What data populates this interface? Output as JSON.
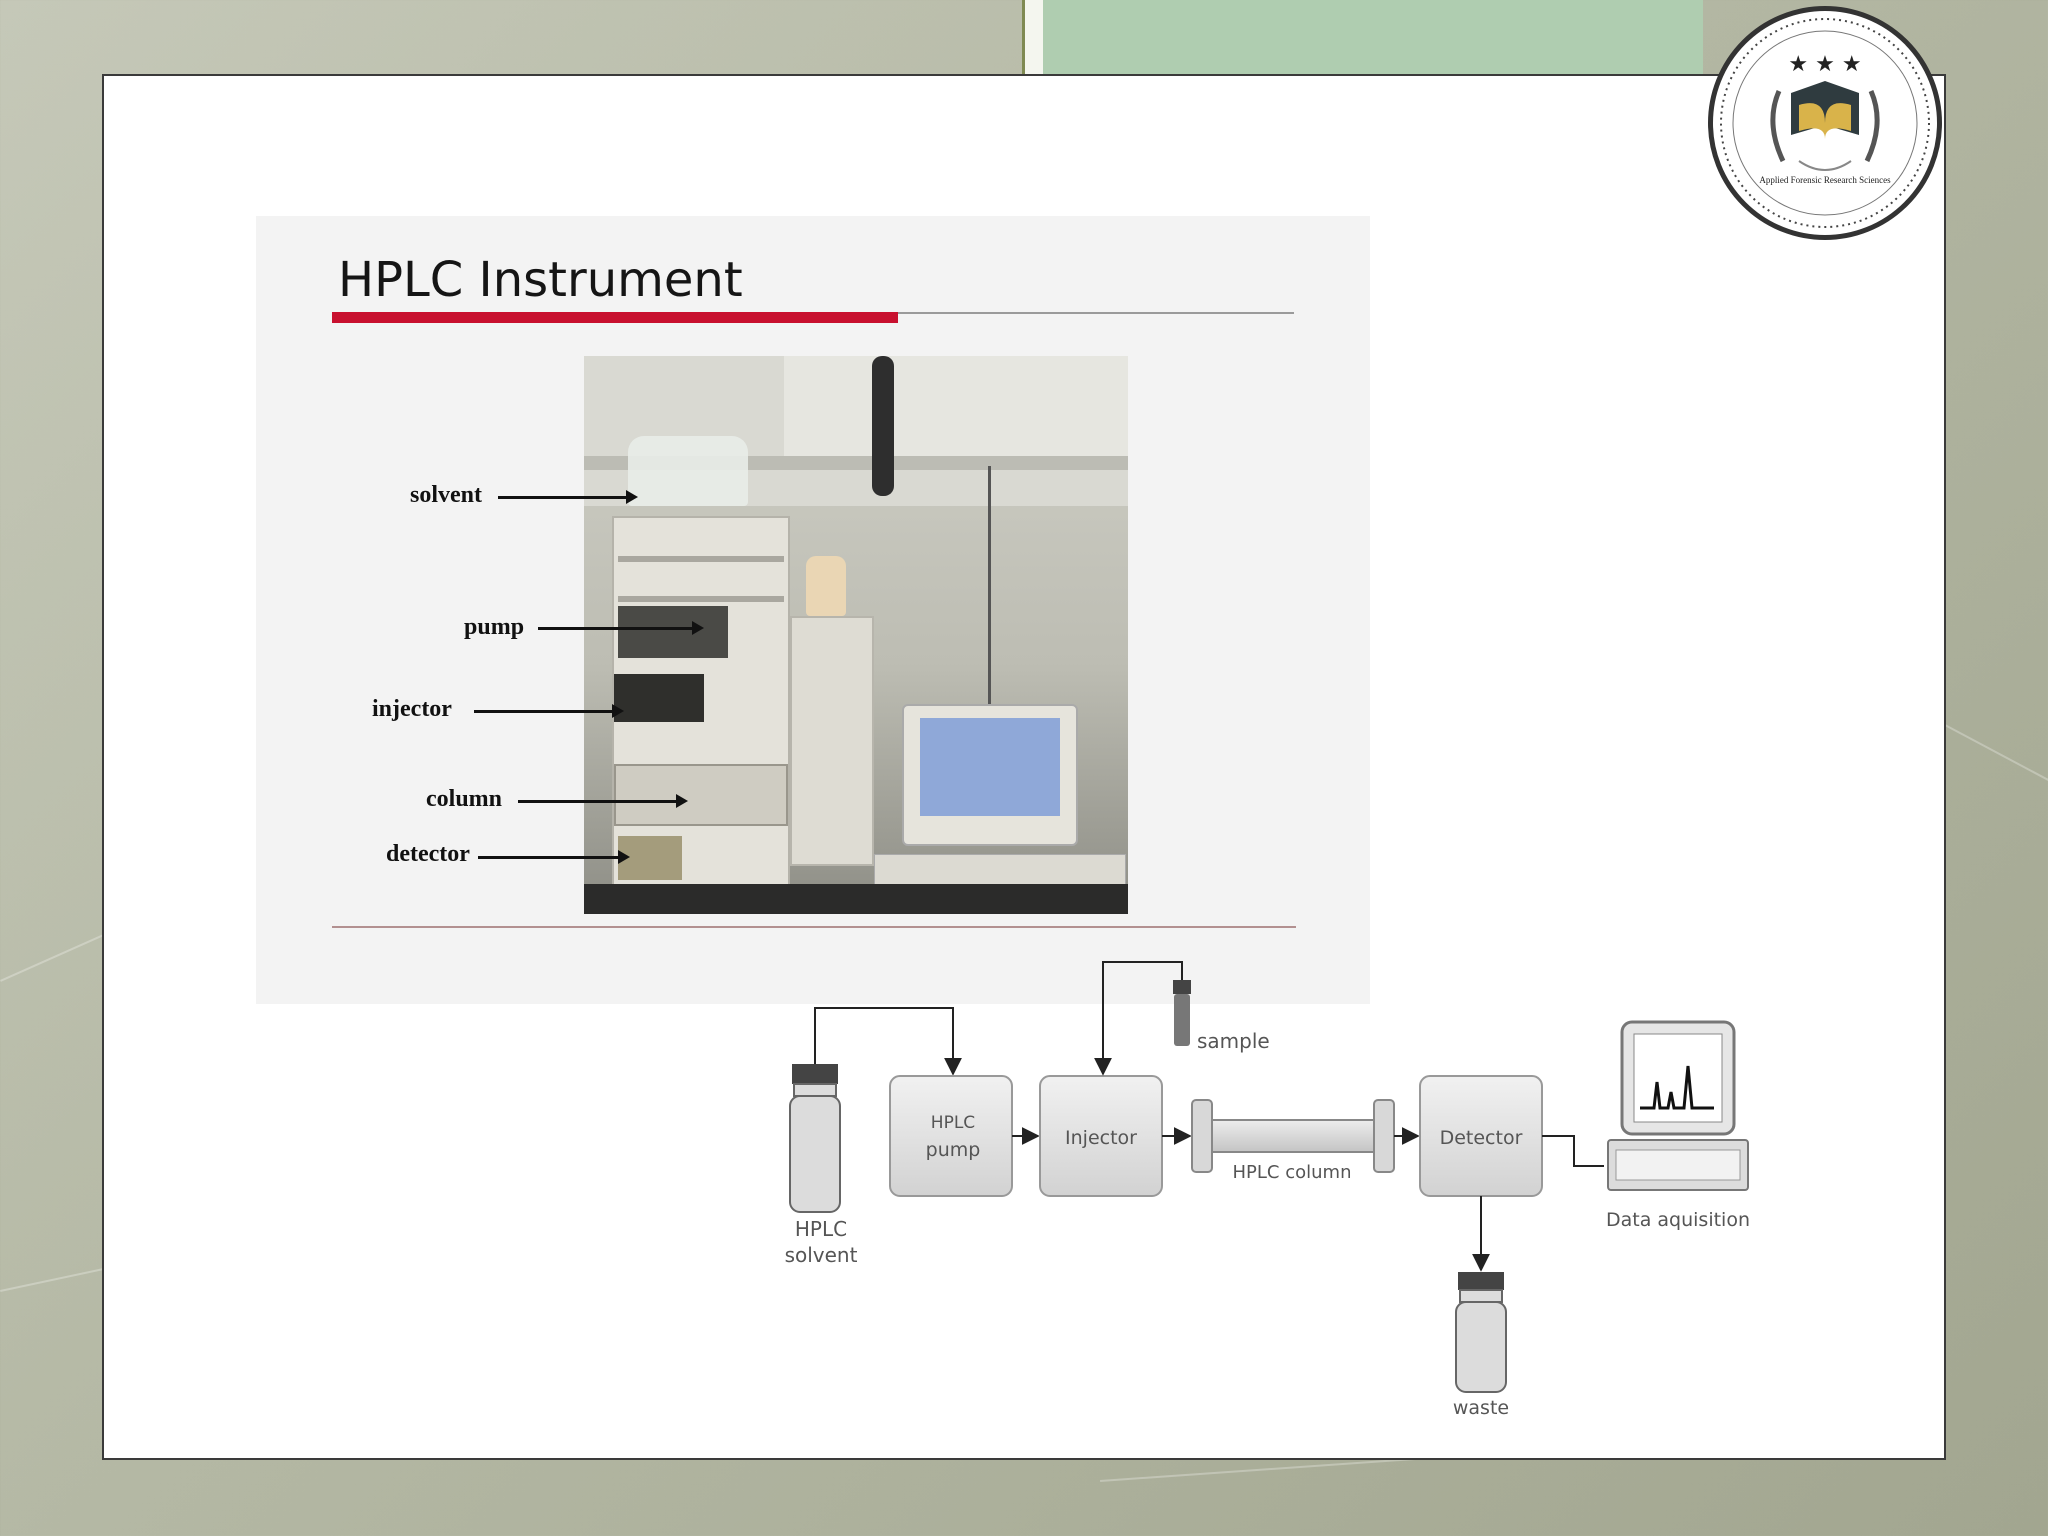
{
  "slide": {
    "inset_title": "HPLC Instrument",
    "callouts": {
      "solvent": "solvent",
      "pump": "pump",
      "injector": "injector",
      "column": "column",
      "detector": "detector"
    }
  },
  "emblem": {
    "text": "Applied Forensic Research Sciences"
  },
  "flow_diagram": {
    "hplc_solvent_line1": "HPLC",
    "hplc_solvent_line2": "solvent",
    "pump_line1": "HPLC",
    "pump_line2": "pump",
    "injector": "Injector",
    "sample": "sample",
    "column": "HPLC column",
    "detector": "Detector",
    "data": "Data aquisition",
    "waste": "waste"
  }
}
